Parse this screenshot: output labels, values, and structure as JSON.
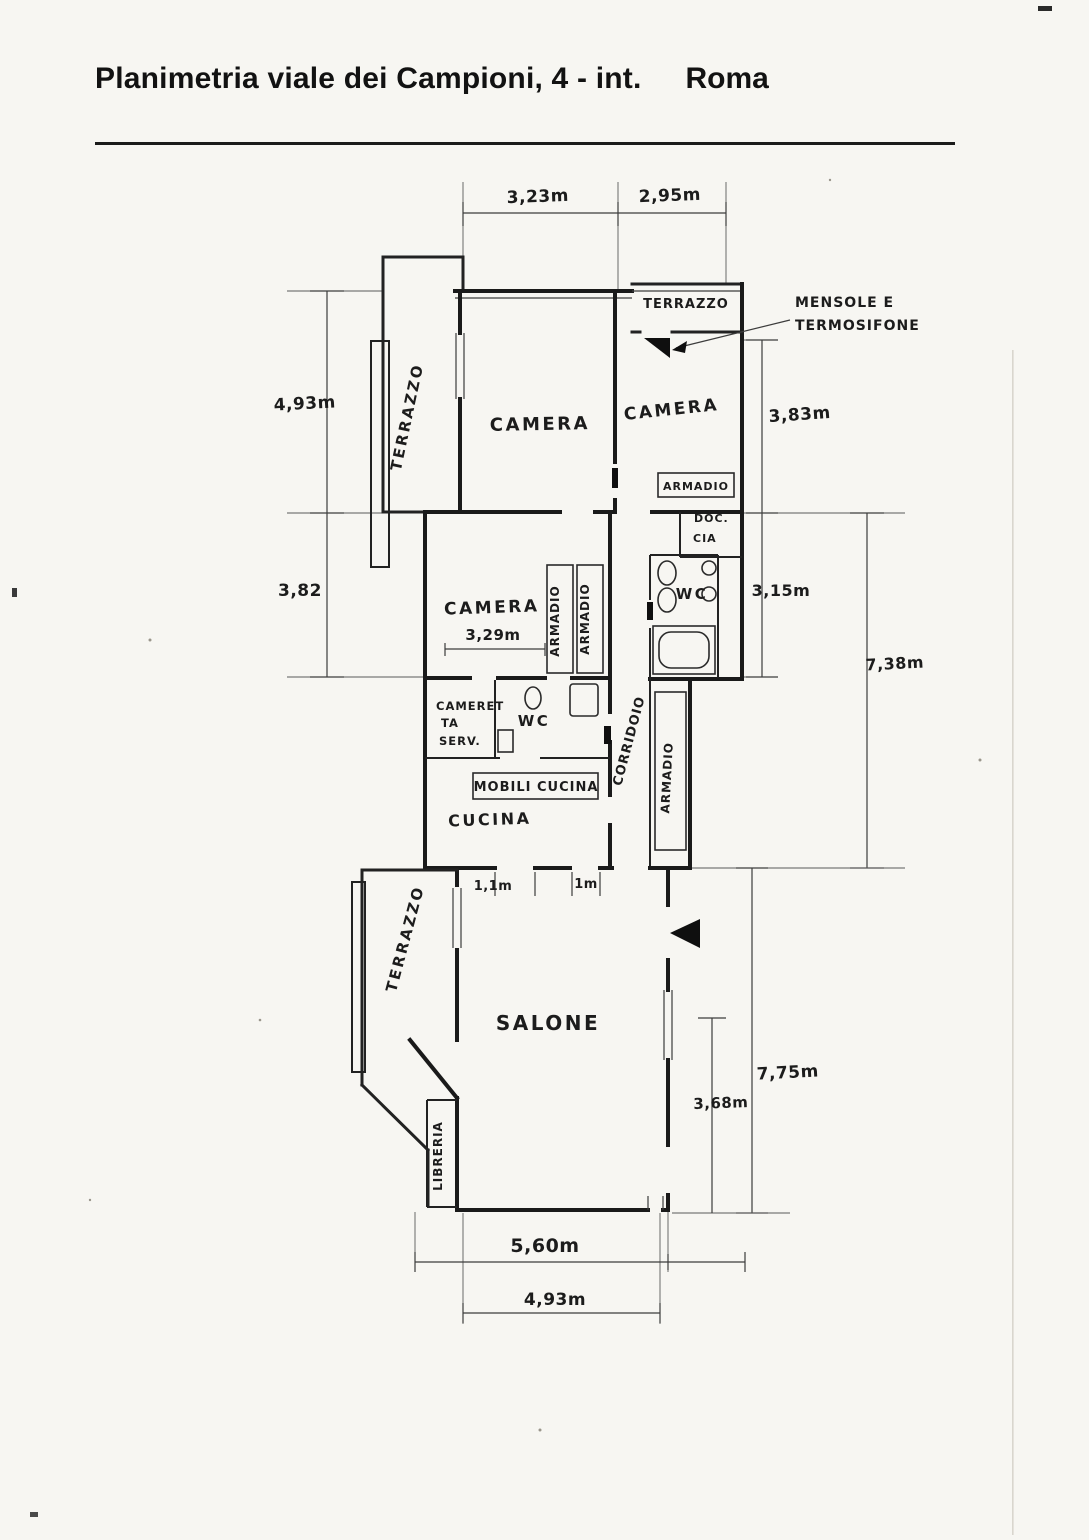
{
  "title": {
    "main": "Planimetria viale dei Campioni, 4 - int.",
    "city": "Roma"
  },
  "plan": {
    "rooms": {
      "terrazzo_top": "TERRAZZO",
      "terrazzo_upper_left": "TERRAZZO",
      "terrazzo_lower_left": "TERRAZZO",
      "camera_top_left": "CAMERA",
      "camera_top_right": "CAMERA",
      "camera_middle": "CAMERA",
      "wc_main": "WC",
      "wc_service": "WC",
      "cucina": "CUCINA",
      "salone": "SALONE",
      "corridoio": "CORRIDOIO",
      "libreria": "LIBRERIA"
    },
    "features": {
      "armadio_wall_1": "ARMADIO",
      "armadio_wall_2": "ARMADIO",
      "armadio_box": "ARMADIO",
      "armadio_corridoio": "ARMADIO",
      "mobili_cucina": "MOBILI CUCINA",
      "cameretta_line1": "CAMERET",
      "cameretta_line2": "TA",
      "cameretta_line3": "SERV.",
      "doccia_line1": "DOC.",
      "doccia_line2": "CIA"
    },
    "annotations": {
      "mensole_line1": "MENSOLE E",
      "mensole_line2": "TERMOSIFONE"
    },
    "dimensions": {
      "top_width_left": "3,23m",
      "top_width_right": "2,95m",
      "left_height_upper": "4,93m",
      "left_height_middle": "3,82",
      "camera_middle_width": "3,29m",
      "right_height_upper": "3,83m",
      "right_height_middle": "3,15m",
      "right_height_total": "7,38m",
      "right_height_lower": "7,75m",
      "salone_inner_height": "3,68m",
      "cucina_opening_left": "1,1m",
      "cucina_opening_right": "1m",
      "bottom_width_outer": "5,60m",
      "bottom_width_inner": "4,93m"
    }
  }
}
